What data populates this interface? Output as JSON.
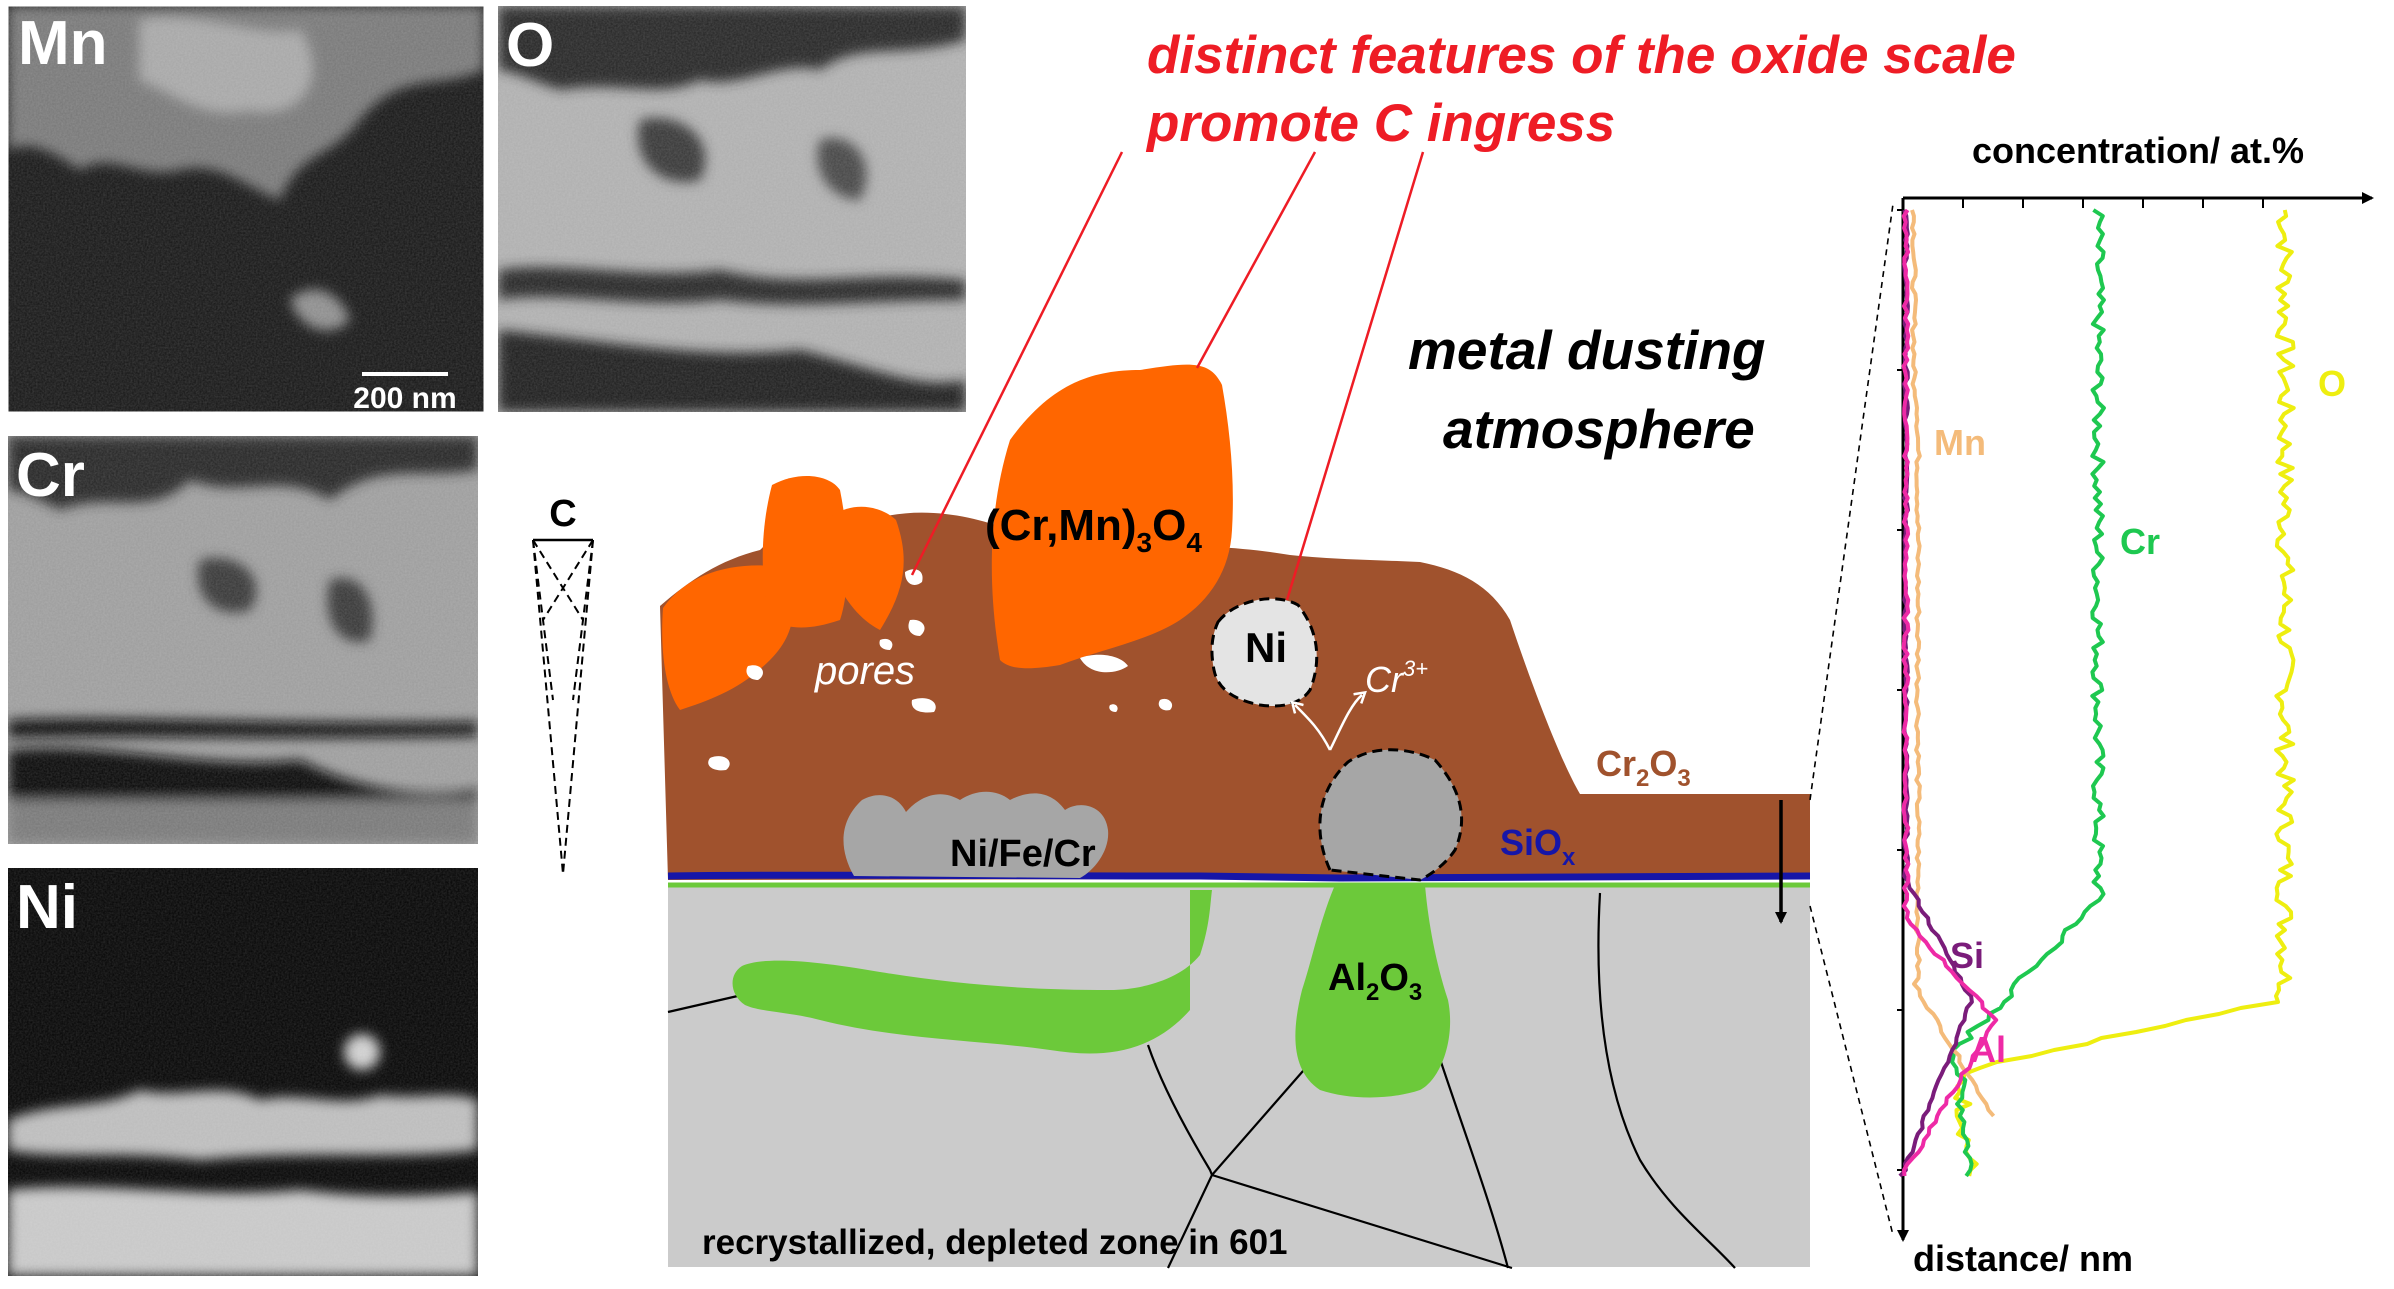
{
  "panels": [
    {
      "element": "Mn",
      "label": "Mn",
      "scalebar": "200 nm"
    },
    {
      "element": "O",
      "label": "O"
    },
    {
      "element": "Cr",
      "label": "Cr"
    },
    {
      "element": "Ni",
      "label": "Ni"
    }
  ],
  "headline": {
    "line1": "distinct features of the oxide scale",
    "line2": "promote C ingress",
    "color": "#ee1c25"
  },
  "atmosphere": {
    "line1": "metal dusting",
    "line2": "atmosphere"
  },
  "carbon_label": "C",
  "schematic": {
    "spinel_label": {
      "base": "(Cr,Mn)",
      "sub1": "3",
      "mid": "O",
      "sub2": "4"
    },
    "ni_label": "Ni",
    "cr_ion": {
      "base": "Cr",
      "sup": "3+"
    },
    "pores_label": "pores",
    "nifecr_label": "Ni/Fe/Cr",
    "cr2o3_label": {
      "base": "Cr",
      "sub1": "2",
      "mid": "O",
      "sub2": "3"
    },
    "siox_label": {
      "base": "SiO",
      "sub": "x"
    },
    "al2o3_label": {
      "base": "Al",
      "sub1": "2",
      "mid": "O",
      "sub2": "3"
    },
    "zone_label": "recrystallized, depleted zone in 601",
    "colors": {
      "spinel": "#ff6600",
      "chromia": "#a0522d",
      "alumina": "#6cc93a",
      "silica": "#1616a8",
      "metal_particle": "#a6a6a6",
      "substrate": "#cbcbcb"
    }
  },
  "profile": {
    "x_axis_label": "concentration/ at.%",
    "y_axis_label": "distance/ nm",
    "series": [
      {
        "name": "O",
        "color": "#eeee10"
      },
      {
        "name": "Cr",
        "color": "#1ec850"
      },
      {
        "name": "Mn",
        "color": "#f4bb7a"
      },
      {
        "name": "Si",
        "color": "#7a1c7a"
      },
      {
        "name": "Al",
        "color": "#ee2aa6"
      }
    ]
  }
}
